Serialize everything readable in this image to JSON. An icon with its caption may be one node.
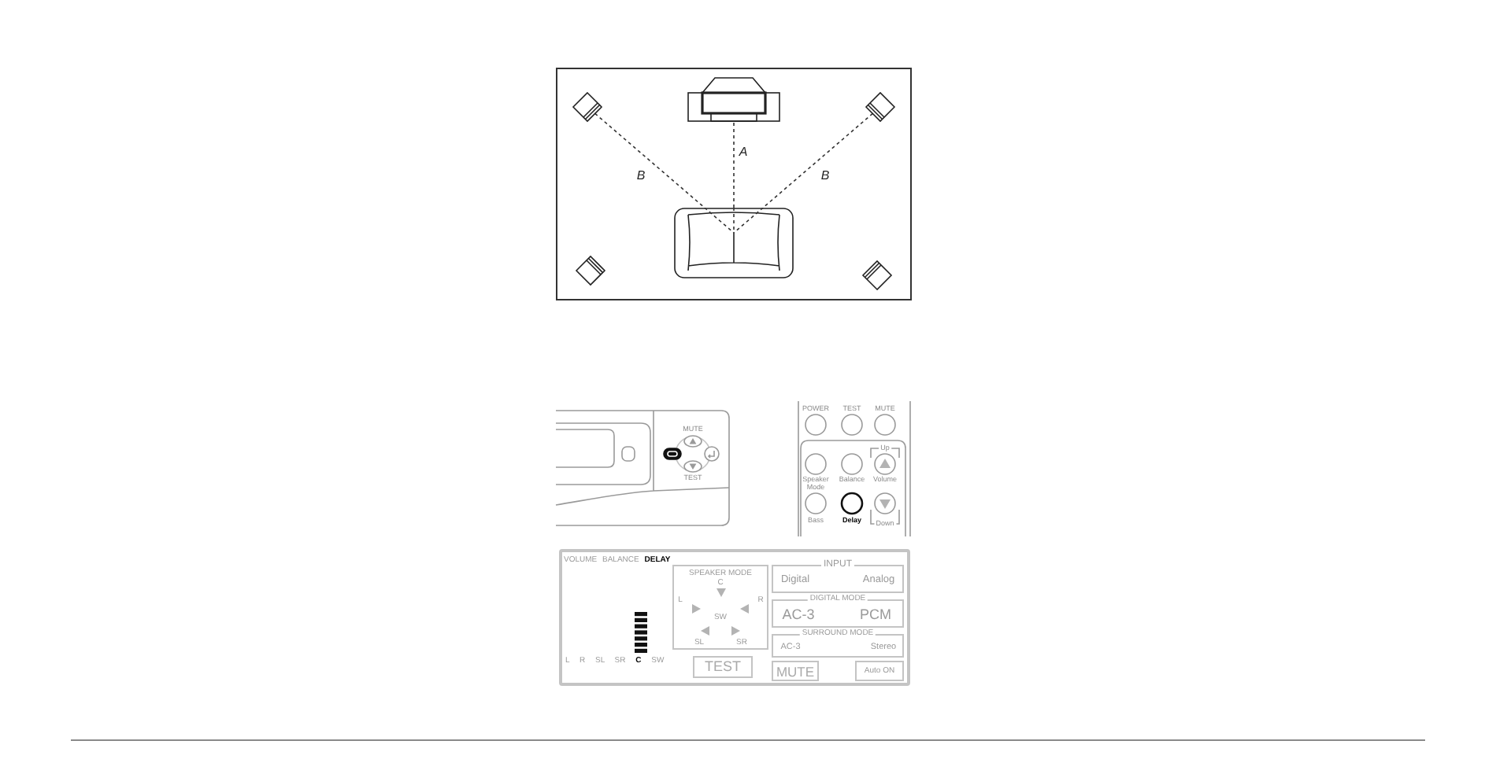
{
  "diagram": {
    "nodes": [
      {
        "text": [],
        "shape": "tv"
      },
      {
        "text": [],
        "shape": "speaker"
      },
      {
        "text": [],
        "shape": "speaker"
      },
      {
        "text": [],
        "shape": "sofa"
      },
      {
        "text": [],
        "shape": "speaker"
      },
      {
        "text": [],
        "shape": "speaker"
      },
      {
        "text": [
          "VOLUME BALANCE **DELAY**",
          "L R SL SR **C** SW"
        ]
      },
      {
        "text": [
          "SPEAKER MODE",
          "C",
          "L",
          "R",
          "SW",
          "SL",
          "SR"
        ],
        "in": 6
      },
      {
        "text": [
          "TEST"
        ],
        "in": 6
      },
      {
        "text": [
          "INPUT",
          "Digital",
          "Analog"
        ],
        "in": 6
      },
      {
        "text": [
          "DIGITAL MODE",
          "AC-3",
          "PCM"
        ],
        "in": 6
      },
      {
        "text": [
          "SURROUND MODE",
          "AC-3",
          "Stereo"
        ],
        "in": 6
      },
      {
        "text": [
          "MUTE"
        ],
        "in": 6
      },
      {
        "text": [
          "Auto ON"
        ],
        "in": 6
      }
    ],
    "edges": [
      {
        "from": 0,
        "to": 3,
        "arrow": "none",
        "style": "dashed",
        "label": "A"
      },
      {
        "from": 1,
        "to": 3,
        "arrow": "none",
        "style": "dashed",
        "label": "B"
      },
      {
        "from": 2,
        "to": 3,
        "arrow": "none",
        "style": "dashed",
        "label": "B"
      }
    ],
    "labels": [
      "MUTE",
      "TEST",
      "POWER",
      "TEST",
      "MUTE",
      "Up",
      "Speaker Mode",
      "Balance",
      "Volume",
      "Bass",
      "Delay",
      "Down"
    ]
  }
}
